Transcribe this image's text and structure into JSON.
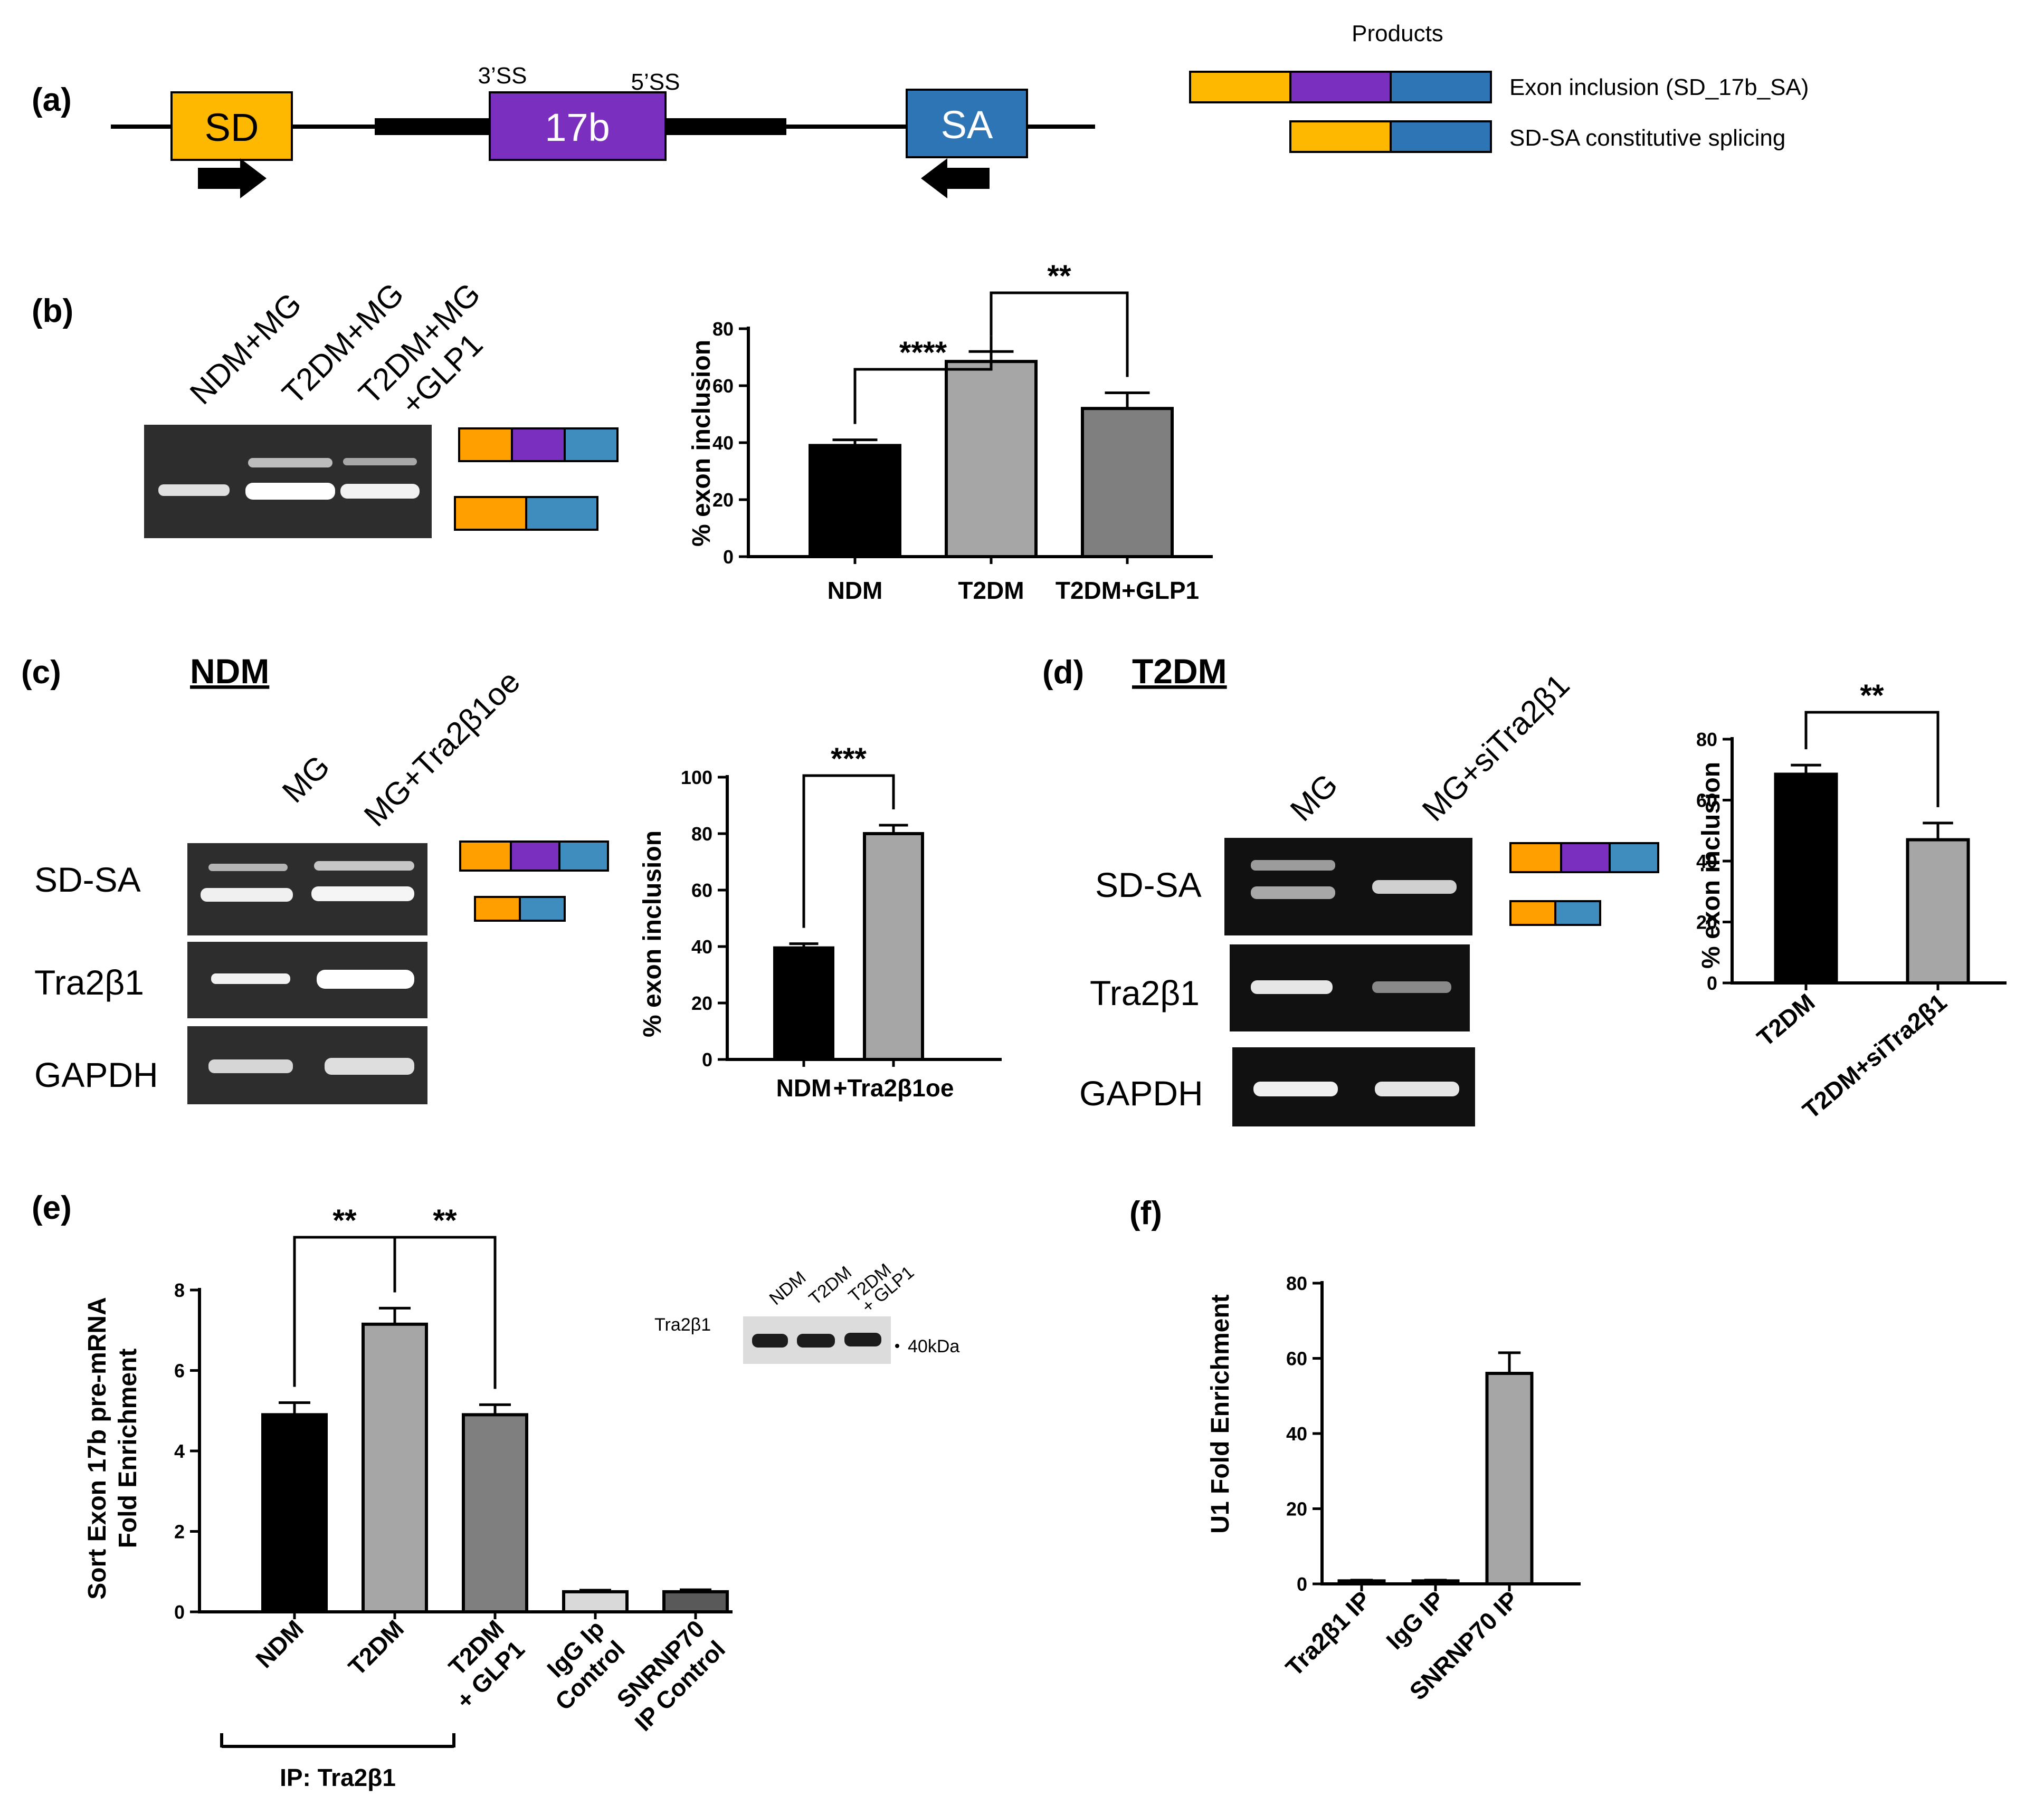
{
  "panel_a": {
    "label": "(a)",
    "exon_sd": "SD",
    "exon_17b": "17b",
    "exon_sa": "SA",
    "ss3": "3’SS",
    "ss5": "5’SS",
    "products_title": "Products",
    "product_inclusion": "Exon inclusion (SD_17b_SA)",
    "product_constitutive": "SD-SA constitutive splicing",
    "colors": {
      "sd": "#FFB800",
      "e17b": "#7B2FBE",
      "sa": "#2E75B6"
    }
  },
  "panel_b": {
    "label": "(b)",
    "lanes": [
      "NDM+MG",
      "T2DM+MG",
      "T2DM+MG",
      "+GLP1"
    ]
  },
  "panel_c": {
    "label": "(c)",
    "group": "NDM",
    "lanes": [
      "MG",
      "MG+Tra2β1oe"
    ],
    "rows": [
      "SD-SA",
      "Tra2β1",
      "GAPDH"
    ]
  },
  "panel_d": {
    "label": "(d)",
    "group": "T2DM",
    "lanes": [
      "MG",
      "MG+siTra2β1"
    ],
    "rows": [
      "SD-SA",
      "Tra2β1",
      "GAPDH"
    ]
  },
  "panel_e": {
    "label": "(e)",
    "ip_bracket": "IP:  Tra2β1",
    "blot_protein": "Tra2β1",
    "blot_lanes": [
      "NDM",
      "T2DM",
      "T2DM",
      "+ GLP1"
    ],
    "blot_marker": "40kDa"
  },
  "panel_f": {
    "label": "(f)"
  },
  "chart_data": [
    {
      "id": "b",
      "type": "bar",
      "categories": [
        "NDM",
        "T2DM",
        "T2DM+GLP1"
      ],
      "values": [
        39,
        68.5,
        52
      ],
      "errors": [
        2,
        3.5,
        5.5
      ],
      "colors": [
        "#000000",
        "#a6a6a6",
        "#7f7f7f"
      ],
      "ylabel": "% exon inclusion",
      "ylim": [
        0,
        80
      ],
      "yticks": [
        "0",
        "20",
        "40",
        "60",
        "80"
      ],
      "significance": [
        {
          "from": 0,
          "to": 1,
          "label": "****"
        },
        {
          "from": 1,
          "to": 2,
          "label": "**"
        }
      ]
    },
    {
      "id": "c",
      "type": "bar",
      "categories": [
        "NDM",
        "+Tra2β1oe"
      ],
      "values": [
        39.5,
        80
      ],
      "errors": [
        1.5,
        3
      ],
      "colors": [
        "#000000",
        "#a6a6a6"
      ],
      "ylabel": "% exon inclusion",
      "ylim": [
        0,
        100
      ],
      "yticks": [
        "0",
        "20",
        "40",
        "60",
        "80",
        "100"
      ],
      "significance": [
        {
          "from": 0,
          "to": 1,
          "label": "***"
        }
      ]
    },
    {
      "id": "d",
      "type": "bar",
      "categories": [
        "T2DM",
        "T2DM+siTra2β1"
      ],
      "values": [
        68.5,
        47
      ],
      "errors": [
        3,
        5.5
      ],
      "colors": [
        "#000000",
        "#a6a6a6"
      ],
      "ylabel": "% exon inclusion",
      "ylim": [
        0,
        80
      ],
      "yticks": [
        "0",
        "20",
        "40",
        "60",
        "80"
      ],
      "significance": [
        {
          "from": 0,
          "to": 1,
          "label": "**"
        }
      ]
    },
    {
      "id": "e",
      "type": "bar",
      "categories": [
        "NDM",
        "T2DM",
        "T2DM + GLP1",
        "IgG Ip Control",
        "SNRNP70 IP Control"
      ],
      "category_lines": [
        [
          "NDM"
        ],
        [
          "T2DM"
        ],
        [
          "T2DM",
          "+ GLP1"
        ],
        [
          "IgG Ip",
          "Control"
        ],
        [
          "SNRNP70",
          "IP Control"
        ]
      ],
      "values": [
        4.9,
        7.15,
        4.9,
        0.5,
        0.5
      ],
      "errors": [
        0.3,
        0.4,
        0.25,
        0.04,
        0.05
      ],
      "colors": [
        "#000000",
        "#a6a6a6",
        "#7f7f7f",
        "#d9d9d9",
        "#595959"
      ],
      "ylabel_lines": [
        "Sort Exon 17b pre-mRNA",
        "Fold  Enrichment"
      ],
      "ylim": [
        0,
        8
      ],
      "yticks": [
        "0",
        "2",
        "4",
        "6",
        "8"
      ],
      "significance": [
        {
          "from": 0,
          "to": 1,
          "label": "**"
        },
        {
          "from": 1,
          "to": 2,
          "label": "**"
        }
      ]
    },
    {
      "id": "f",
      "type": "bar",
      "categories": [
        "Tra2β1 IP",
        "IgG IP",
        "SNRNP70 IP"
      ],
      "values": [
        0.8,
        0.8,
        56
      ],
      "errors": [
        0.2,
        0.2,
        5.5
      ],
      "colors": [
        "#a6a6a6",
        "#a6a6a6",
        "#a6a6a6"
      ],
      "ylabel": "U1 Fold Enrichment",
      "ylim": [
        0,
        80
      ],
      "yticks": [
        "0",
        "20",
        "40",
        "60",
        "80"
      ],
      "significance": []
    }
  ]
}
